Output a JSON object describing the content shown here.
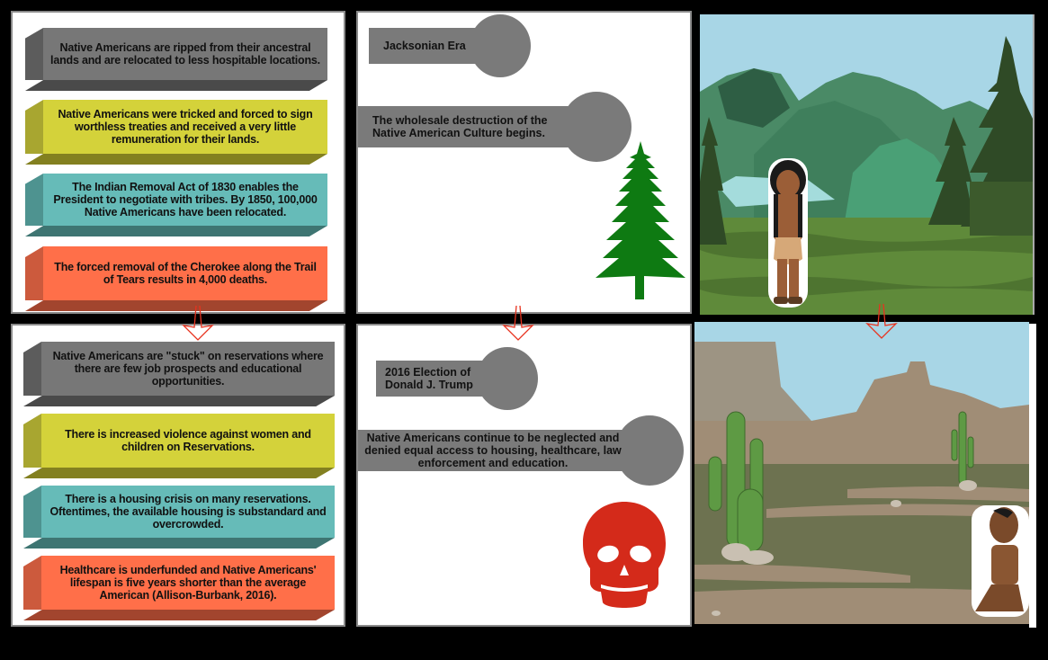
{
  "storyboard": {
    "panels": [
      {
        "id": "panel-1",
        "type": "text-list",
        "items": [
          {
            "text": "Native Americans are ripped from their ancestral lands and are relocated to less hospitable locations.",
            "color": "gray"
          },
          {
            "text": "Native Americans were tricked and forced to sign worthless treaties and received a very little remuneration for their lands.",
            "color": "yellow"
          },
          {
            "text": "The Indian Removal Act of 1830 enables the President to negotiate with tribes.  By 1850, 100,000 Native Americans have been relocated.",
            "color": "teal"
          },
          {
            "text": "The forced removal of the Cherokee along the Trail of Tears results in 4,000 deaths.",
            "color": "orange"
          }
        ]
      },
      {
        "id": "panel-2",
        "type": "labels",
        "title": "Jacksonian Era",
        "caption": "The wholesale destruction of the Native American Culture begins.",
        "icon": "pine-tree-icon"
      },
      {
        "id": "panel-3",
        "type": "scene",
        "scene": "forest-lake-mountains",
        "character": "native-american-standing"
      },
      {
        "id": "panel-4",
        "type": "text-list",
        "items": [
          {
            "text": "Native Americans are \"stuck\" on reservations where there are few job prospects and educational opportunities.",
            "color": "gray"
          },
          {
            "text": "There is increased violence against women and children on Reservations.",
            "color": "yellow"
          },
          {
            "text": "There is a housing crisis on many reservations.  Oftentimes, the available housing is substandard and overcrowded.",
            "color": "teal"
          },
          {
            "text": "Healthcare is underfunded and Native Americans' lifespan is five years shorter than the average American (Allison-Burbank, 2016).",
            "color": "orange"
          }
        ]
      },
      {
        "id": "panel-5",
        "type": "labels",
        "title": "2016 Election of Donald J. Trump",
        "title_lines": [
          "2016 Election of",
          "Donald J. Trump"
        ],
        "caption": "Native Americans continue to be neglected and denied equal access to housing, healthcare, law enforcement and education.",
        "icon": "skull-icon"
      },
      {
        "id": "panel-6",
        "type": "scene",
        "scene": "desert-cactus-mesa",
        "character": "native-american-kneeling"
      }
    ],
    "arrows": [
      "down-arrow",
      "down-arrow",
      "down-arrow"
    ],
    "colors": {
      "gray": "#777777",
      "yellow": "#d4d23a",
      "teal": "#66bbb8",
      "orange": "#ff6f49",
      "lollipop": "#7a7a7a",
      "tree": "#0e7a12",
      "skull": "#d42a1a",
      "arrow": "#e8321e"
    }
  }
}
